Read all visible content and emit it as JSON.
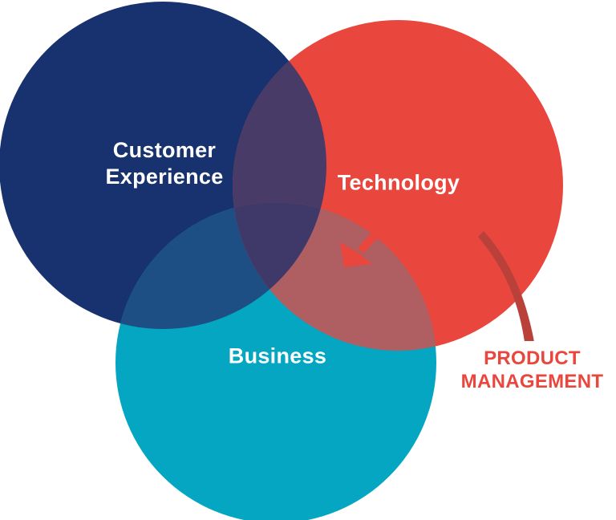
{
  "diagram": {
    "type": "venn",
    "background_color": "#FFFFFF",
    "sets": [
      {
        "name": "Customer Experience",
        "label_line1": "Customer",
        "label_line2": "Experience",
        "color": "#17326F",
        "label_color": "#FFFFFF"
      },
      {
        "name": "Technology",
        "label_line1": "Technology",
        "color": "#E9473E",
        "label_color": "#FFFFFF"
      },
      {
        "name": "Business",
        "label_line1": "Business",
        "color": "#04A6C2",
        "label_color": "#FFFFFF"
      }
    ],
    "overlaps": {
      "customer_technology": "#483B67",
      "customer_business": "#1D4F85",
      "technology_business": "#AF5F62",
      "all_three": "#3F3969"
    },
    "callout": {
      "label_line1": "PRODUCT",
      "label_line2": "MANAGEMENT",
      "text_color": "#E9473E",
      "background": "#FFFFFF",
      "arrow_dark_color": "#B9413A",
      "arrow_bright_color": "#E9473E"
    }
  }
}
